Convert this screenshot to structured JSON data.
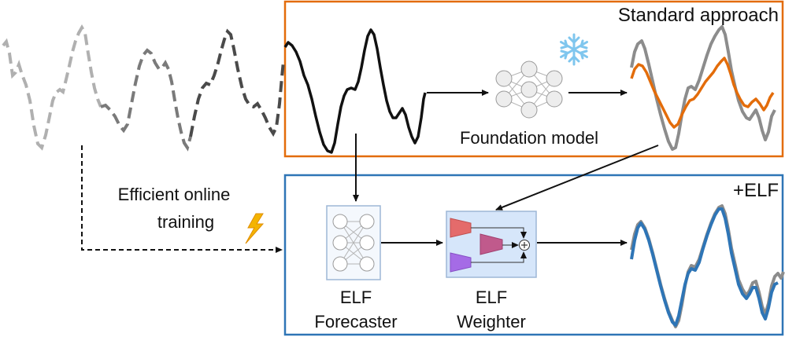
{
  "top_panel": {
    "title": "Standard approach",
    "border_color": "#e36c0a",
    "model_label": "Foundation model",
    "model_icon": "neural-network-icon",
    "frozen_icon": "snowflake-icon"
  },
  "bottom_panel": {
    "title": "+ELF",
    "border_color": "#2e75b6",
    "forecaster_label_1": "ELF",
    "forecaster_label_2": "Forecaster",
    "weighter_label_1": "ELF",
    "weighter_label_2": "Weighter",
    "weighter_icon": "weighted-sum-icon"
  },
  "online_training": {
    "line1": "Efficient online",
    "line2": "training",
    "icon": "lightning-icon"
  },
  "colors": {
    "history_light": "#b3b3b3",
    "history_dark": "#555555",
    "input_series": "#111111",
    "ground_truth": "#8c8c8c",
    "foundation_forecast": "#e36c0a",
    "elf_forecast": "#2e75b6"
  }
}
